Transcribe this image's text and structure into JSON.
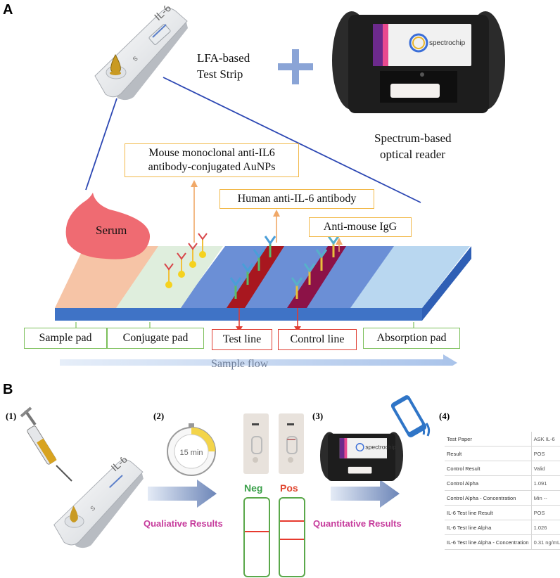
{
  "panel_a": {
    "letter": "A",
    "strip_label_1": "LFA-based",
    "strip_label_2": "Test Strip",
    "strip_brand": "IL-6",
    "strip_s": "S",
    "plus": "+",
    "reader_brand": "spectrochip",
    "reader_label_1": "Spectrum-based",
    "reader_label_2": "optical reader",
    "conjugate_callout_1": "Mouse monoclonal anti-IL6",
    "conjugate_callout_2": "antibody-conjugated AuNPs",
    "human_callout": "Human anti-IL-6 antibody",
    "antimouse_callout": "Anti-mouse IgG",
    "serum": "Serum",
    "pads": {
      "sample": "Sample pad",
      "conjugate": "Conjugate pad",
      "test": "Test line",
      "control": "Control line",
      "absorption": "Absorption pad"
    },
    "flow": "Sample flow",
    "colors": {
      "sample_pad": "#f6c4a6",
      "conjugate_pad": "#dfeedd",
      "membrane": "#6b8fd6",
      "absorption_pad": "#b9d7f0",
      "base": "#3f73c6",
      "test_line": "#a8171f",
      "control_line": "#8c1247",
      "serum": "#ef6b72"
    }
  },
  "panel_b": {
    "letter": "B",
    "step1": "(1)",
    "step2": "(2)",
    "step3": "(3)",
    "step4": "(4)",
    "timer": "15 min",
    "neg": "Neg",
    "pos": "Pos",
    "qualitative": "Qualiative Results",
    "quantitative": "Quantitative  Results",
    "strip_brand": "IL-6",
    "strip_s": "S",
    "reader_brand": "spectrochip",
    "results": [
      {
        "key": "Test Paper",
        "value": "ASK IL-6"
      },
      {
        "key": "Result",
        "value": "POS"
      },
      {
        "key": "Control Result",
        "value": "Valid"
      },
      {
        "key": "Control Alpha",
        "value": "1.091"
      },
      {
        "key": "Control Alpha - Concentration",
        "value": "Min --"
      },
      {
        "key": "IL-6 Test line Result",
        "value": "POS"
      },
      {
        "key": "IL-6 Test line Alpha",
        "value": "1.026"
      },
      {
        "key": "IL-6 Test line Alpha - Concentration",
        "value": "0.31 ng/mL"
      }
    ],
    "colors": {
      "neg_label": "#3aa04a",
      "pos_label": "#e0452e",
      "magenta": "#c63b9c",
      "arrow": "#6d86b8"
    }
  }
}
